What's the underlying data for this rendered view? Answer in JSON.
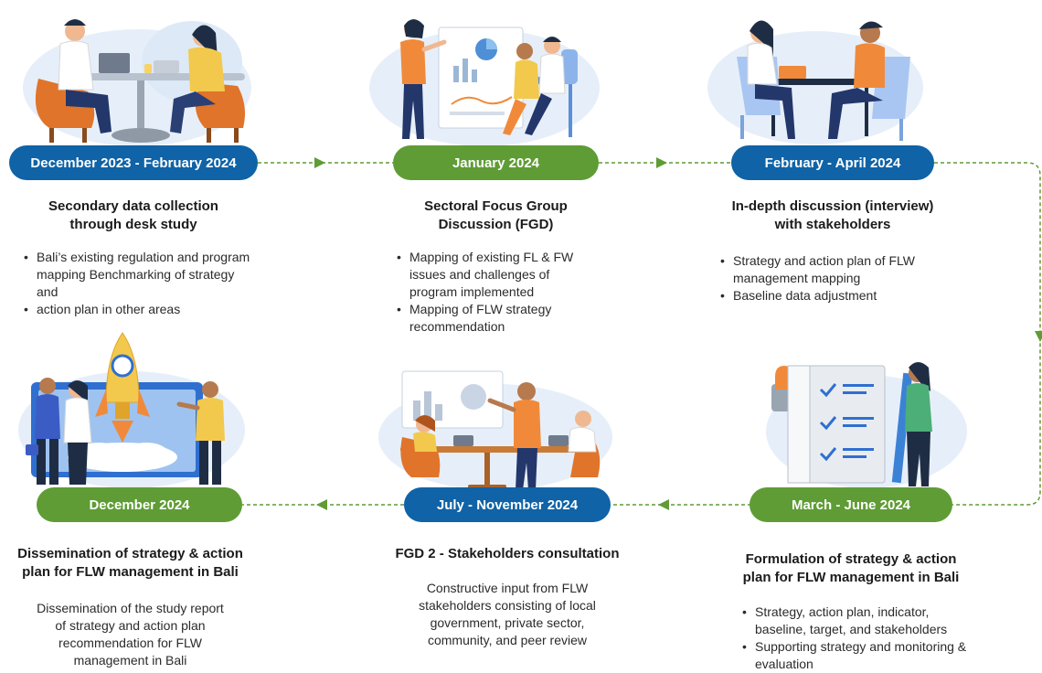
{
  "colors": {
    "blue": "#0f63a6",
    "green": "#5f9c35",
    "connector": "#5f9c35"
  },
  "steps": [
    {
      "date": "December 2023 - February 2024",
      "pill_color": "blue",
      "title_lines": [
        "Secondary data collection",
        "through desk study"
      ],
      "bullets": [
        "Bali’s existing regulation and program mapping Benchmarking of strategy and",
        "action plan in other areas"
      ],
      "illustration": "meeting-at-round-table-illustration"
    },
    {
      "date": "January 2024",
      "pill_color": "green",
      "title_lines": [
        "Sectoral Focus Group",
        "Discussion (FGD)"
      ],
      "bullets": [
        "Mapping of existing FL & FW issues and challenges of program implemented",
        "Mapping of FLW strategy recommendation"
      ],
      "illustration": "presentation-with-chart-illustration"
    },
    {
      "date": "February - April 2024",
      "pill_color": "blue",
      "title_lines": [
        "In-depth discussion (interview)",
        "with stakeholders"
      ],
      "bullets": [
        "Strategy and action plan of FLW management mapping",
        "Baseline data adjustment"
      ],
      "illustration": "interview-at-table-illustration"
    },
    {
      "date": "March - June 2024",
      "pill_color": "green",
      "title_lines": [
        "Formulation of strategy & action",
        "plan for FLW management in Bali"
      ],
      "bullets": [
        "Strategy, action plan, indicator, baseline, target, and stakeholders",
        "Supporting strategy and monitoring & evaluation"
      ],
      "illustration": "checklist-and-pencil-illustration"
    },
    {
      "date": "July - November 2024",
      "pill_color": "blue",
      "title_lines": [
        "FGD 2 - Stakeholders consultation"
      ],
      "body_lines": [
        "Constructive input from FLW",
        "stakeholders consisting of local",
        "government, private sector,",
        "community, and peer review"
      ],
      "illustration": "team-discussion-illustration"
    },
    {
      "date": "December 2024",
      "pill_color": "green",
      "title_lines": [
        "Dissemination of strategy & action",
        "plan for FLW management in Bali"
      ],
      "body_lines": [
        "Dissemination of the study report",
        "of strategy and action plan",
        "recommendation for FLW",
        "management in Bali"
      ],
      "illustration": "rocket-launch-illustration"
    }
  ]
}
